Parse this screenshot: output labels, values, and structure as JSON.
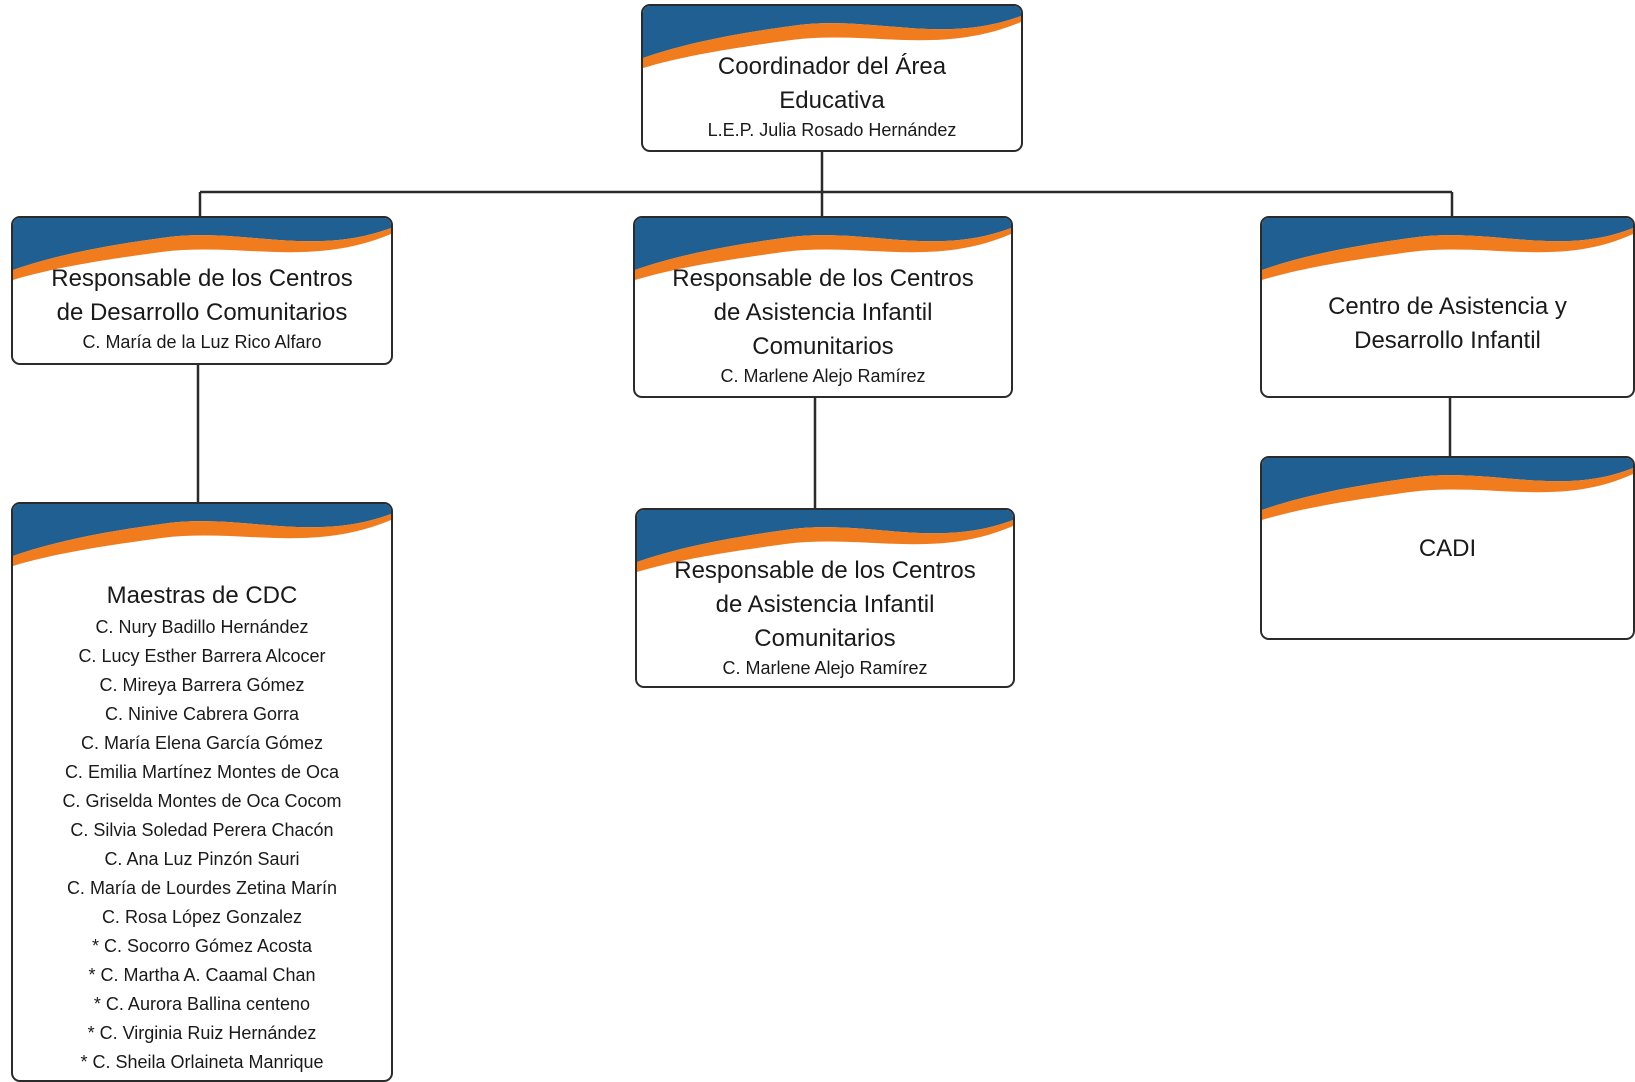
{
  "colors": {
    "blue": "#1f5f92",
    "orange": "#f07c1e",
    "border": "#2b2b2b"
  },
  "root": {
    "title_line1": "Coordinador del Área",
    "title_line2": "Educativa",
    "person": "L.E.P. Julia Rosado Hernández"
  },
  "cdc": {
    "title_line1": "Responsable de los Centros",
    "title_line2": "de Desarrollo Comunitarios",
    "person": "C. María de la Luz Rico Alfaro"
  },
  "caic": {
    "title_line1": "Responsable de los Centros",
    "title_line2": "de Asistencia Infantil",
    "title_line3": "Comunitarios",
    "person": "C. Marlene Alejo Ramírez"
  },
  "cadi": {
    "title_line1": "Centro de Asistencia y",
    "title_line2": "Desarrollo Infantil"
  },
  "maestras": {
    "title": "Maestras de CDC",
    "members": [
      "C. Nury Badillo Hernández",
      "C. Lucy Esther Barrera Alcocer",
      "C. Mireya Barrera Gómez",
      "C. Ninive Cabrera Gorra",
      "C. María Elena García Gómez",
      "C. Emilia Martínez Montes de Oca",
      "C. Griselda Montes de Oca Cocom",
      "C. Silvia Soledad Perera Chacón",
      "C. Ana Luz Pinzón Sauri",
      "C. María de Lourdes Zetina Marín",
      "C. Rosa López Gonzalez",
      "* C. Socorro Gómez Acosta",
      "* C. Martha A. Caamal Chan",
      "* C. Aurora Ballina centeno",
      "* C. Virginia Ruiz Hernández",
      "* C. Sheila Orlaineta Manrique"
    ]
  },
  "caic_child": {
    "title_line1": "Responsable de los Centros",
    "title_line2": "de Asistencia Infantil",
    "title_line3": "Comunitarios",
    "person": "C. Marlene Alejo Ramírez"
  },
  "cadi_child": {
    "title": "CADI"
  }
}
